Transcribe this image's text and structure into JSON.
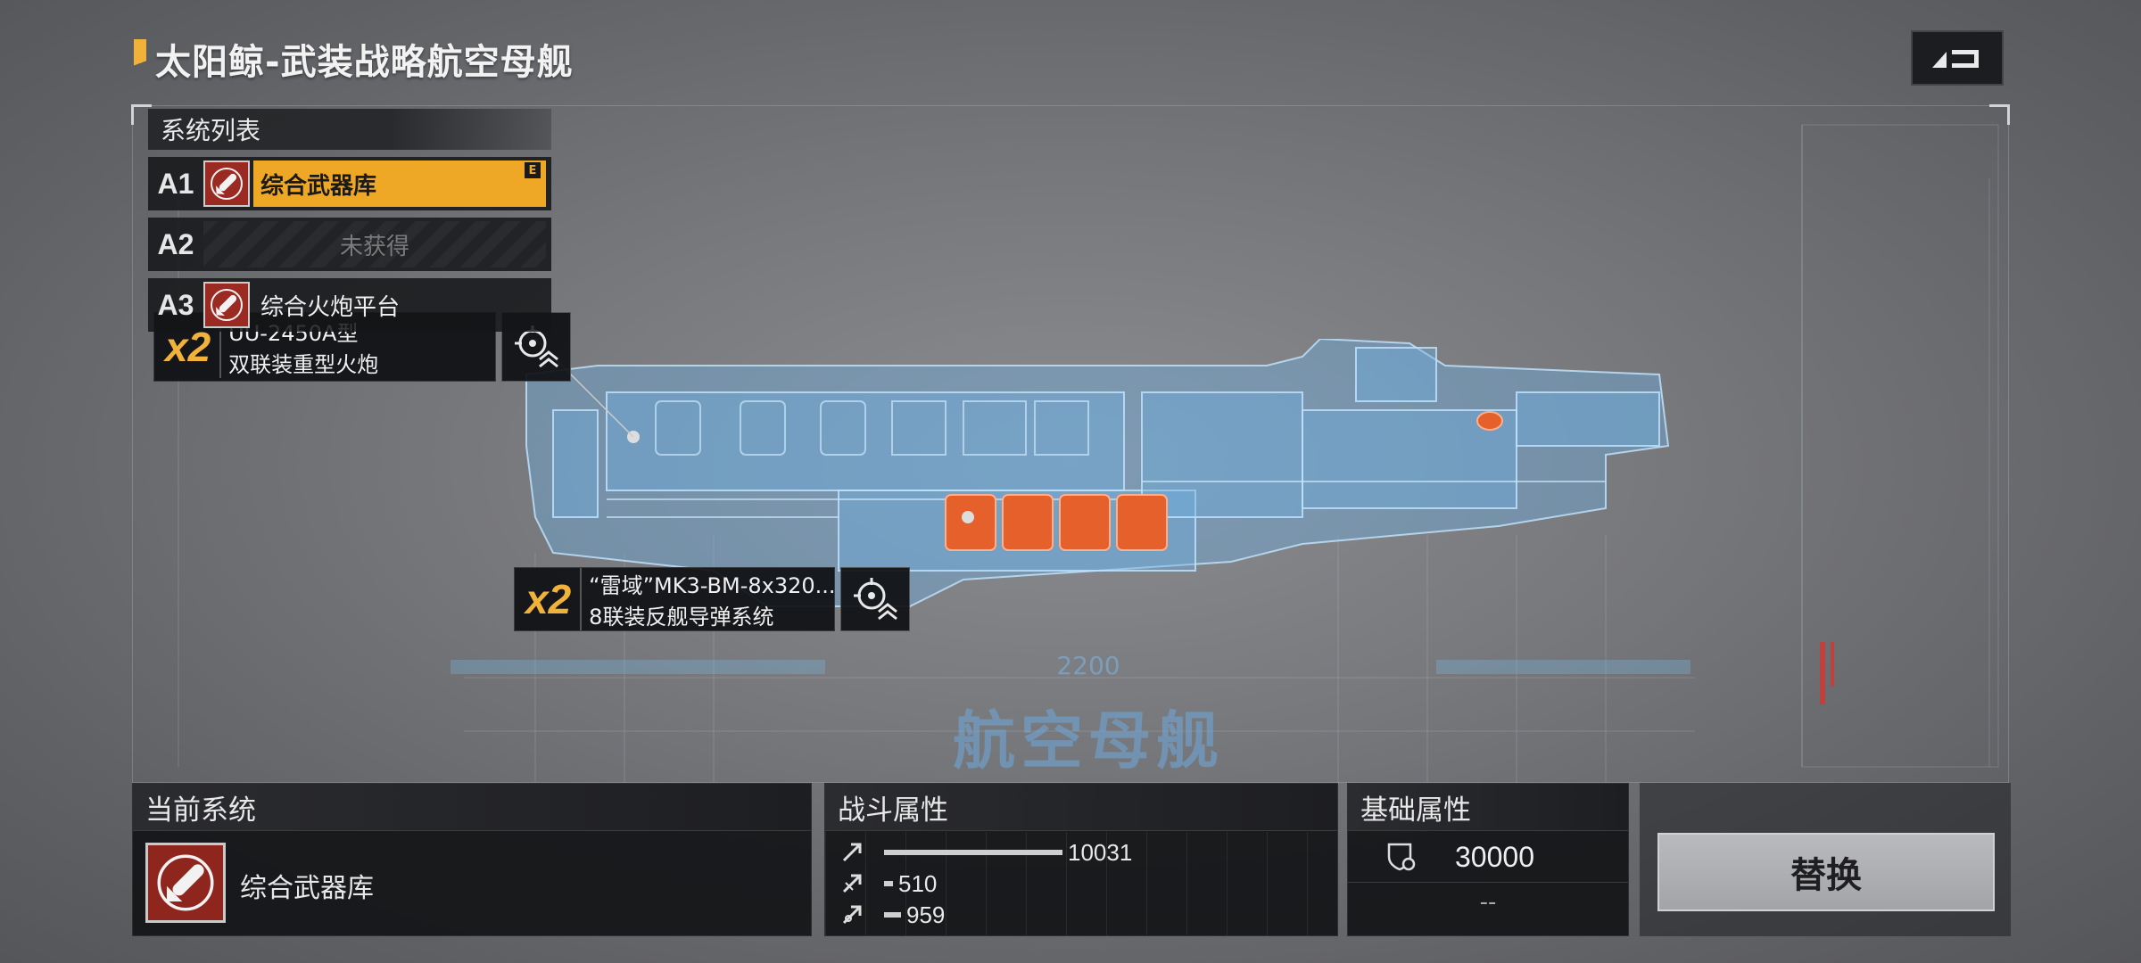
{
  "header": {
    "title": "太阳鲸-武装战略航空母舰"
  },
  "hologram": {
    "ship_class": "航空母舰",
    "number": "2200"
  },
  "system_list": {
    "title": "系统列表",
    "items": [
      {
        "code": "A1",
        "label": "综合武器库",
        "badge": "E"
      },
      {
        "code": "A2",
        "label": "未获得"
      },
      {
        "code": "A3",
        "label": "综合火炮平台"
      }
    ]
  },
  "callouts": [
    {
      "count": "x2",
      "name": "UU-2450A型",
      "desc": "双联装重型火炮"
    },
    {
      "count": "x2",
      "name": "“雷域”MK3-BM-8x320...",
      "desc": "8联装反舰导弹系统"
    }
  ],
  "current_system": {
    "title": "当前系统",
    "name": "综合武器库"
  },
  "combat_stats": {
    "title": "战斗属性",
    "rows": [
      {
        "icon": "attack-icon",
        "value": 10031,
        "max": 10031
      },
      {
        "icon": "anti-air-icon",
        "value": 510,
        "max": 10031
      },
      {
        "icon": "siege-icon",
        "value": 959,
        "max": 10031
      }
    ],
    "values_text": [
      "10031",
      "510",
      "959"
    ]
  },
  "base_stats": {
    "title": "基础属性",
    "hp": "30000",
    "secondary": "--"
  },
  "actions": {
    "replace": "替换"
  },
  "colors": {
    "accent": "#efa825",
    "hologram": "#6fb0e0",
    "highlight": "#e5602a"
  }
}
